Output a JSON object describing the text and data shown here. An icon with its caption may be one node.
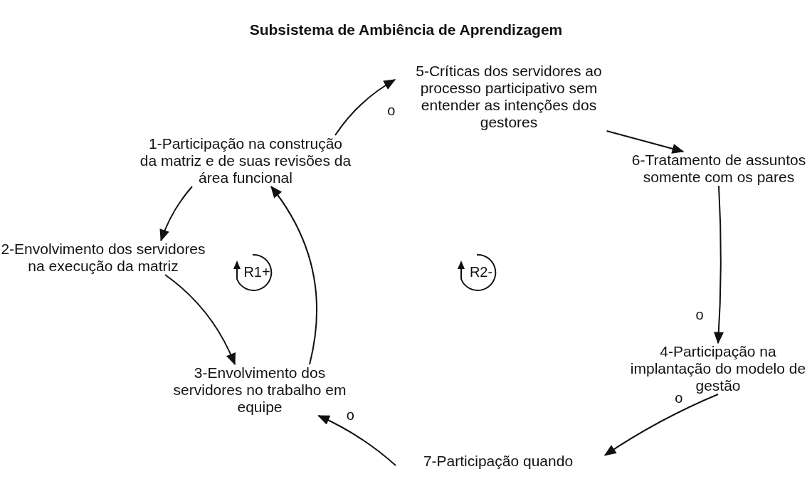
{
  "diagram": {
    "title": "Subsistema de Ambiência de Aprendizagem",
    "nodes": [
      {
        "text": [
          "1-Participação na construção da matriz e de suas revisões da área funcional"
        ]
      },
      {
        "text": [
          "5-Críticas dos servidores ao processo participativo sem entender as intenções dos gestores"
        ]
      },
      {
        "text": [
          "2-Envolvimento dos servidores na execução da matriz"
        ]
      },
      {
        "text": [
          "6-Tratamento de assuntos somente com os pares"
        ]
      },
      {
        "text": [
          "3-Envolvimento dos servidores no trabalho em equipe"
        ]
      },
      {
        "text": [
          "4-Participação na implantação do modelo de gestão"
        ]
      },
      {
        "text": [
          "7-Participação quando"
        ]
      }
    ],
    "edges": [
      {
        "from": 0,
        "to": 1,
        "arrow": "to",
        "label": "o"
      },
      {
        "from": 1,
        "to": 3,
        "arrow": "to"
      },
      {
        "from": 3,
        "to": 5,
        "arrow": "to",
        "label": "o"
      },
      {
        "from": 5,
        "to": 6,
        "arrow": "to",
        "label": "o"
      },
      {
        "from": 6,
        "to": 4,
        "arrow": "to",
        "label": "o"
      },
      {
        "from": 4,
        "to": 0,
        "arrow": "to"
      },
      {
        "from": 0,
        "to": 2,
        "arrow": "to"
      },
      {
        "from": 2,
        "to": 4,
        "arrow": "to"
      }
    ],
    "labels": [
      "R1+",
      "R2-"
    ]
  }
}
